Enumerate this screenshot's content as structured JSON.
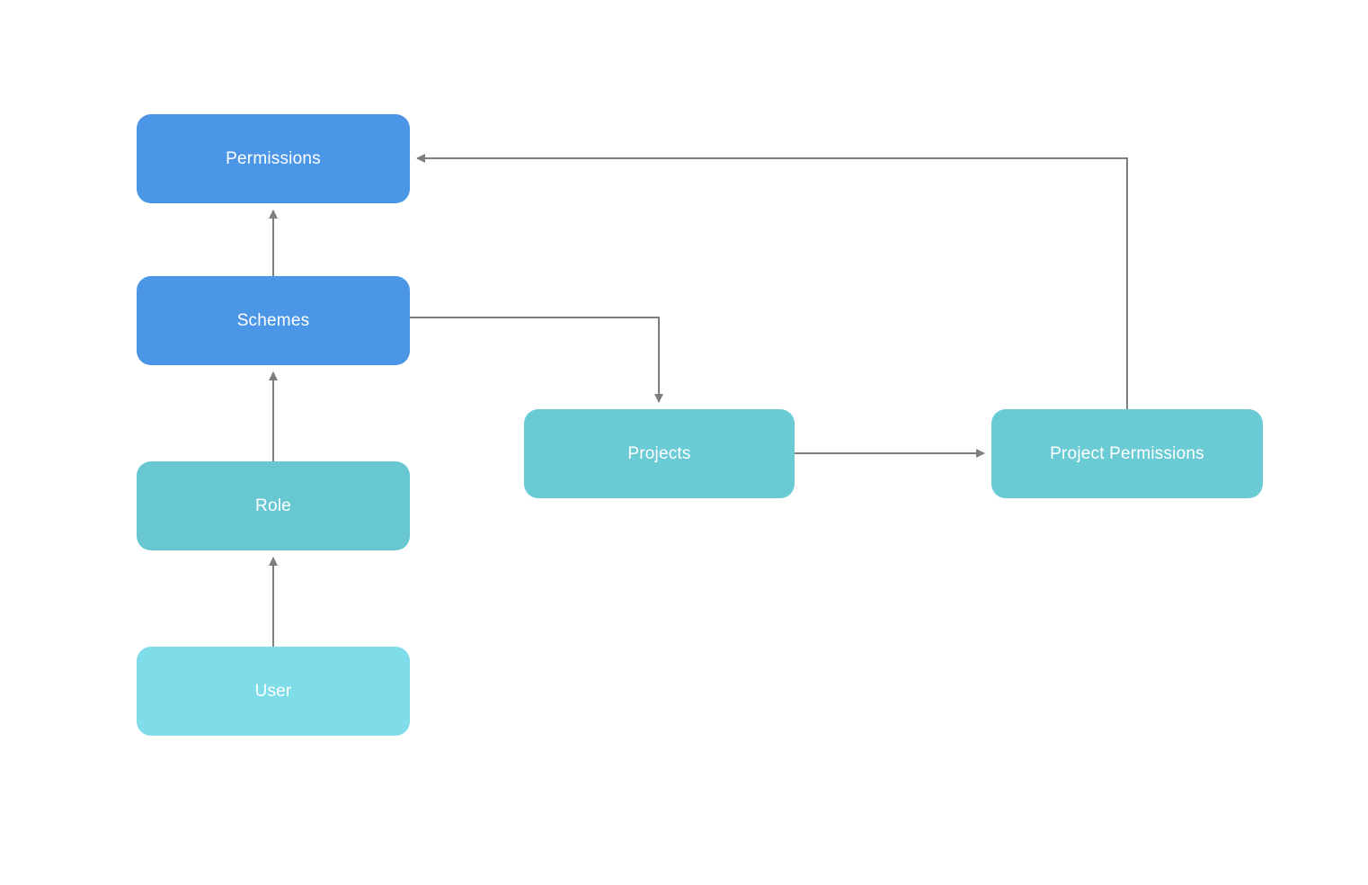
{
  "diagram": {
    "title": "",
    "type": "flowchart",
    "nodes": {
      "permissions": {
        "label": "Permissions",
        "color": "#4b96e6",
        "text_color": "#ffffff"
      },
      "schemes": {
        "label": "Schemes",
        "color": "#4b96e6",
        "text_color": "#ffffff"
      },
      "role": {
        "label": "Role",
        "color": "#68c8d2",
        "text_color": "#ffffff"
      },
      "user": {
        "label": "User",
        "color": "#7edde8",
        "text_color": "#ffffff"
      },
      "projects": {
        "label": "Projects",
        "color": "#6bcbd5",
        "text_color": "#ffffff"
      },
      "project_permissions": {
        "label": "Project Permissions",
        "color": "#6bcbd5",
        "text_color": "#ffffff"
      }
    },
    "edges": [
      {
        "from": "User",
        "to": "Role",
        "direction": "up"
      },
      {
        "from": "Role",
        "to": "Schemes",
        "direction": "up"
      },
      {
        "from": "Schemes",
        "to": "Permissions",
        "direction": "up"
      },
      {
        "from": "Schemes",
        "to": "Projects",
        "direction": "right-then-down"
      },
      {
        "from": "Projects",
        "to": "Project Permissions",
        "direction": "right"
      },
      {
        "from": "Project Permissions",
        "to": "Permissions",
        "direction": "up-then-left"
      }
    ],
    "edge_color": "#7c7f82",
    "background_color": "#ffffff"
  }
}
